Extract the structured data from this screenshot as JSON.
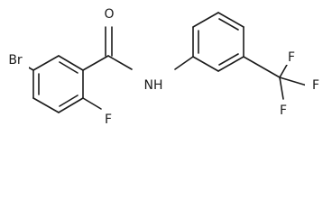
{
  "molecule": {
    "atoms": {
      "br": "Br",
      "o": "O",
      "nh": "NH",
      "f_ring": "F",
      "f_cf3_top": "F",
      "f_cf3_right": "F",
      "f_cf3_bottom": "F"
    }
  }
}
